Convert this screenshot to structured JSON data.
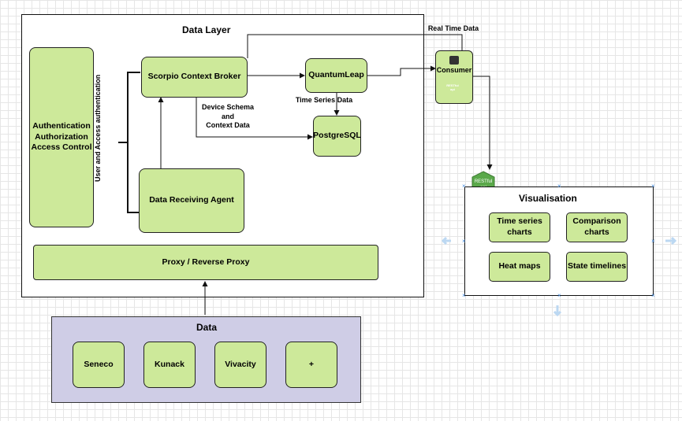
{
  "data_layer": {
    "title": "Data Layer",
    "auth_box": "Authentication Authorization Access Control",
    "auth_label": "User and Access authentication",
    "scorpio": "Scorpio Context Broker",
    "quantumleap": "QuantumLeap",
    "postgresql": "PostgreSQL",
    "receiving_agent": "Data Receiving Agent",
    "proxy": "Proxy / Reverse Proxy",
    "schema_label_1": "Device Schema",
    "schema_label_2": "and",
    "schema_label_3": "Context Data",
    "timeseries_label": "Time Series Data"
  },
  "realtime_label": "Real Time Data",
  "consumer": {
    "label": "Consumer",
    "badge_1": "RESTful",
    "badge_2": "api"
  },
  "restful_badge": {
    "line_1": "RESTful",
    "line_2": "api"
  },
  "visualisation": {
    "title": "Visualisation",
    "items": [
      "Time series charts",
      "Comparison charts",
      "Heat maps",
      "State timelines"
    ]
  },
  "data": {
    "title": "Data",
    "sources": [
      "Seneco",
      "Kunack",
      "Vivacity",
      "+"
    ]
  },
  "colors": {
    "box_fill": "#cde99a",
    "data_fill": "#cfcde6",
    "badge": "#5aa84a",
    "handle": "#4a90e2"
  }
}
